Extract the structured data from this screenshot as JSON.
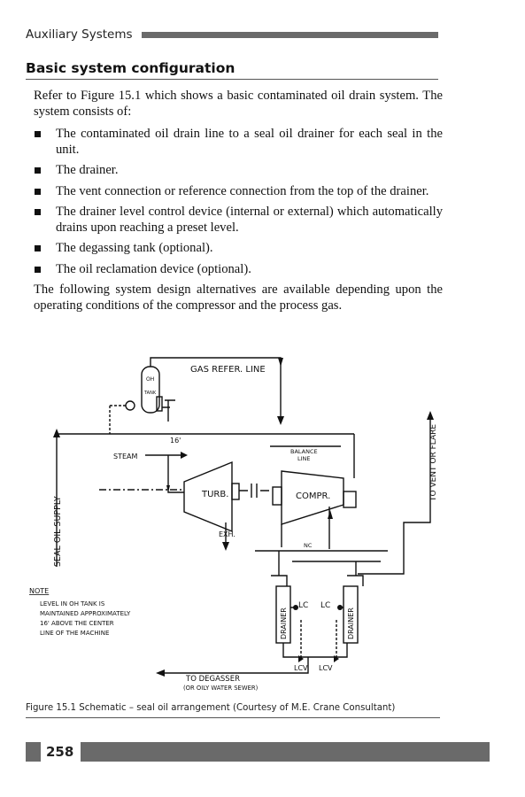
{
  "header": {
    "running_title": "Auxiliary Systems"
  },
  "section": {
    "heading": "Basic system configuration"
  },
  "body": {
    "intro": "Refer to Figure 15.1 which shows a basic contaminated oil drain system. The system consists of:",
    "items": [
      "The contaminated oil drain line to a seal oil drainer for each seal in the unit.",
      "The drainer.",
      "The vent connection or reference connection from the top of the drainer.",
      "The drainer level control device (internal or external) which automatically drains upon reaching a preset level.",
      "The degassing tank (optional).",
      "The oil reclamation device (optional)."
    ],
    "closing": "The following system design alternatives are available depending upon the operating conditions of the compressor and the process gas."
  },
  "figure": {
    "labels": {
      "oh_tank_1": "OH",
      "oh_tank_2": "TANK",
      "gas_refer_line": "GAS REFER. LINE",
      "elevation": "16'",
      "steam": "STEAM",
      "turbine": "TURB.",
      "compressor": "COMPR.",
      "balance_line_1": "BALANCE",
      "balance_line_2": "LINE",
      "exhaust": "EXH.",
      "nc": "NC",
      "seal_oil_supply": "SEAL OIL SUPPLY",
      "vent_or_flare": "TO VENT OR FLARE",
      "drainer_left": "DRAINER",
      "drainer_right": "DRAINER",
      "lc_left": "LC",
      "lc_right": "LC",
      "lcv_left": "LCV",
      "lcv_right": "LCV",
      "to_degasser": "TO DEGASSER",
      "oily_sewer": "(OR OILY WATER SEWER)",
      "note_title": "NOTE",
      "note_lines": [
        "LEVEL IN OH TANK IS",
        "MAINTAINED APPROXIMATELY",
        "16' ABOVE THE CENTER",
        "LINE OF THE MACHINE"
      ]
    },
    "caption": "Figure 15.1 Schematic – seal oil arrangement (Courtesy of M.E. Crane Consultant)"
  },
  "footer": {
    "page_number": "258"
  }
}
